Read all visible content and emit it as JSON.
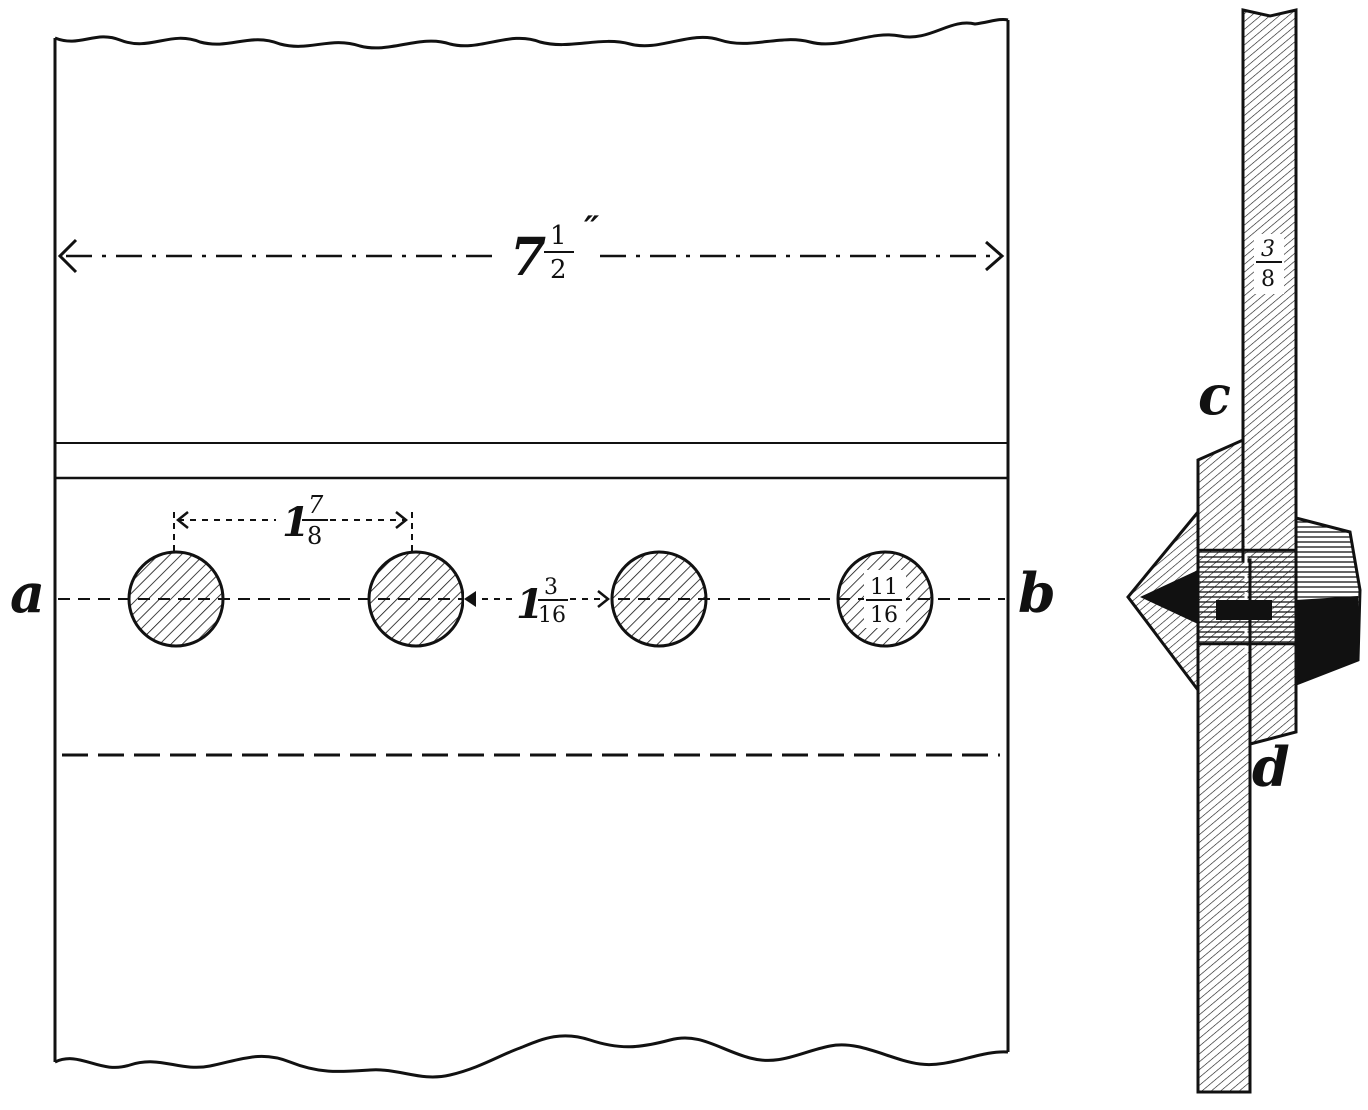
{
  "plan_view": {
    "overall_width": {
      "whole": "7",
      "numerator": "1",
      "denominator": "2",
      "unit_mark": "″"
    },
    "rivet_pitch": {
      "whole": "1",
      "numerator": "7",
      "denominator": "8"
    },
    "rivet_spacing": {
      "whole": "1",
      "numerator": "3",
      "denominator": "16"
    },
    "rivet_diameter": {
      "numerator": "11",
      "denominator": "16"
    },
    "section_label_left": "a",
    "section_label_right": "b"
  },
  "section_view": {
    "plate_thickness": {
      "numerator": "3",
      "denominator": "8"
    },
    "label_top": "c",
    "label_bottom": "d"
  },
  "colors": {
    "ink": "#111111",
    "paper": "#ffffff"
  }
}
